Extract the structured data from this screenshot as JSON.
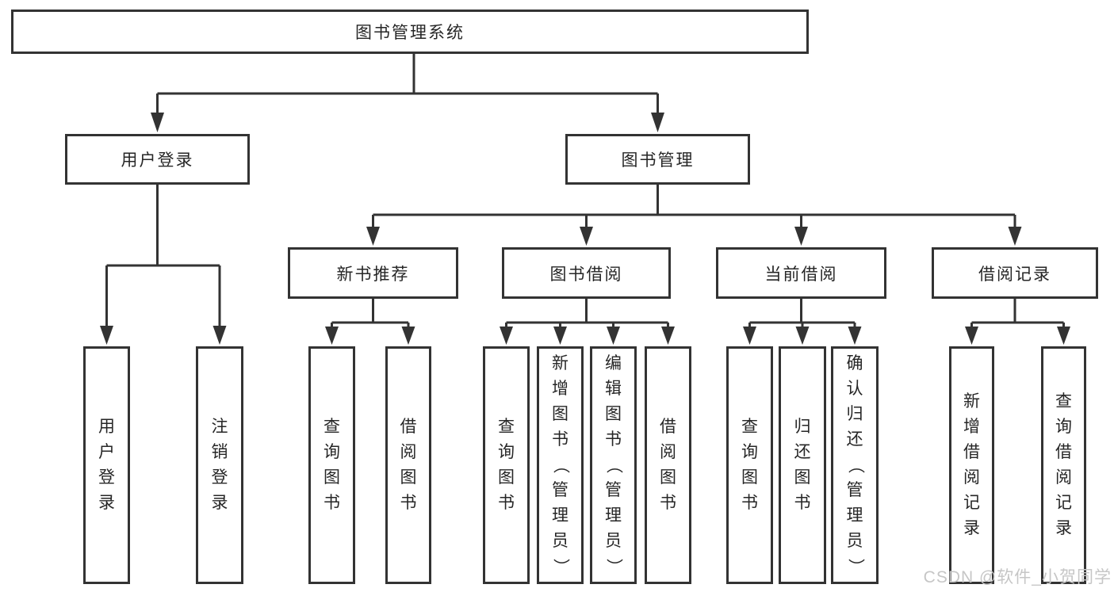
{
  "tree": {
    "root": "图书管理系统",
    "branches": [
      {
        "label": "用户登录",
        "leaves": [
          "用户登录",
          "注销登录"
        ]
      },
      {
        "label": "图书管理",
        "children": [
          {
            "label": "新书推荐",
            "leaves": [
              "查询图书",
              "借阅图书"
            ]
          },
          {
            "label": "图书借阅",
            "leaves": [
              "查询图书",
              "新增图书（管理员）",
              "编辑图书（管理员）",
              "借阅图书"
            ]
          },
          {
            "label": "当前借阅",
            "leaves": [
              "查询图书",
              "归还图书",
              "确认归还（管理员）"
            ]
          },
          {
            "label": "借阅记录",
            "leaves": [
              "新增借阅记录",
              "查询借阅记录"
            ]
          }
        ]
      }
    ]
  },
  "watermark": {
    "text": "CSDN @软件_小贺同学"
  },
  "colors": {
    "line": "#333333",
    "text": "#262626",
    "bg": "#ffffff",
    "watermark": "#c6c6c6"
  }
}
